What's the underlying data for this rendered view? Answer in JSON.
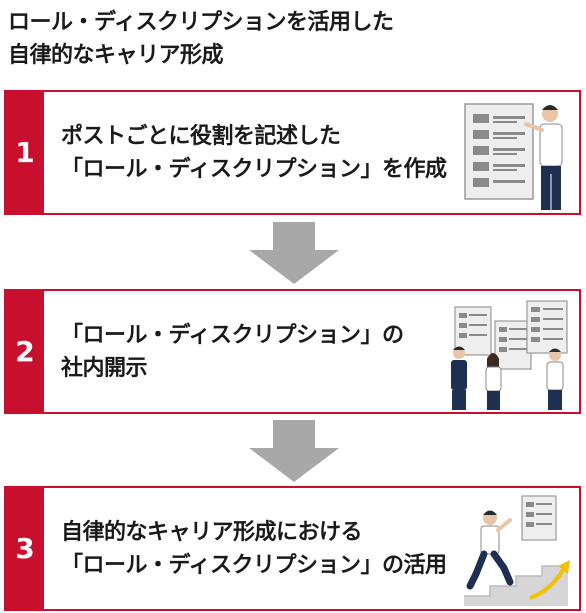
{
  "title": {
    "line1": "ロール・ディスクリプションを活用した",
    "line2": "自律的なキャリア形成"
  },
  "steps": [
    {
      "number": "1",
      "line1": "ポストごとに役割を記述した",
      "line2": "「ロール・ディスクリプション」を作成"
    },
    {
      "number": "2",
      "line1": "「ロール・ディスクリプション」の",
      "line2": "社内開示"
    },
    {
      "number": "3",
      "line1": "自律的なキャリア形成における",
      "line2": "「ロール・ディスクリプション」の活用"
    }
  ],
  "colors": {
    "accent": "#c8102e",
    "arrow": "#a8a8a8",
    "navy": "#1f2f52"
  }
}
